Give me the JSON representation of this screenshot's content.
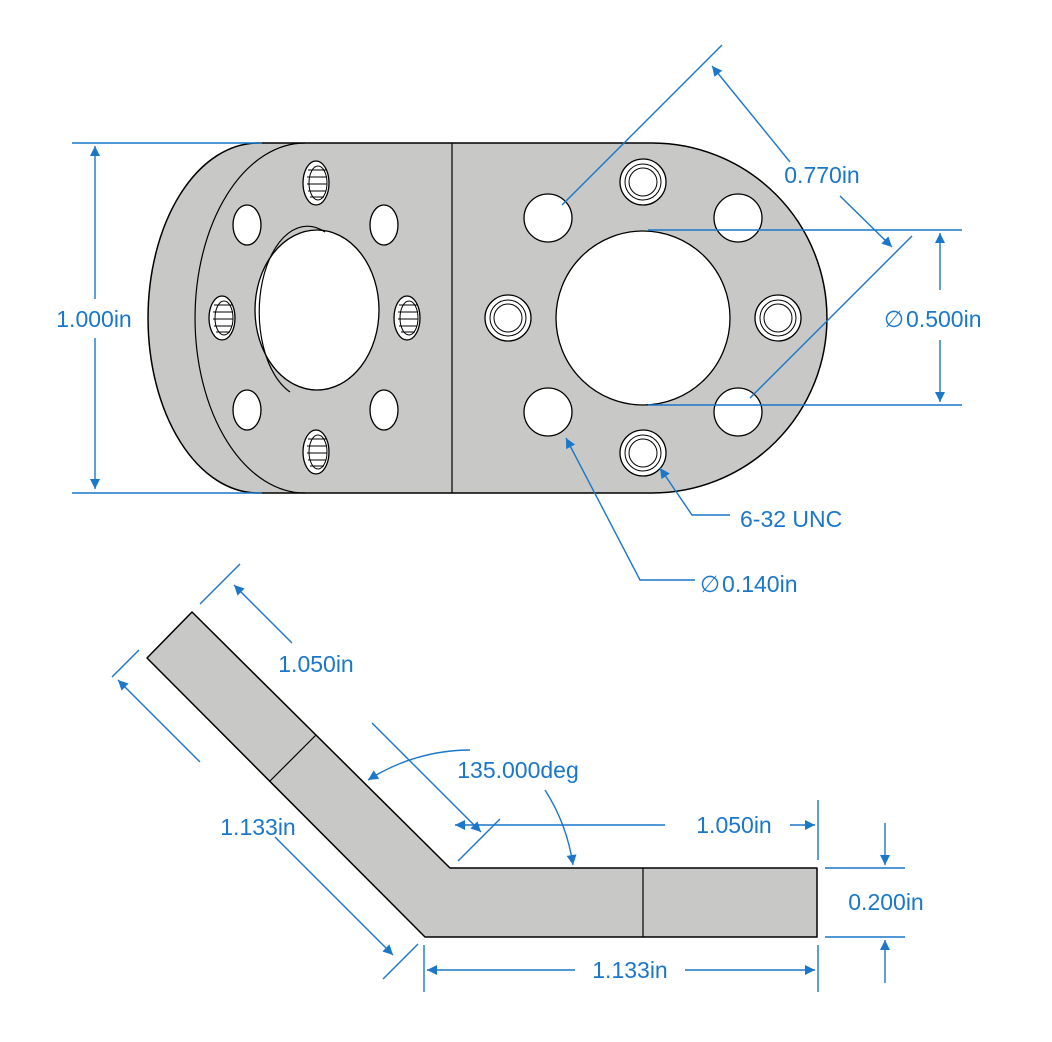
{
  "colors": {
    "dimension": "#1a77c9",
    "part_fill": "#c8c8c6",
    "outline": "#000000"
  },
  "dimensions": {
    "top_height": "1.000in",
    "top_spacing": "0.770in",
    "top_bore": "0.500in",
    "thread": "6-32 UNC",
    "small_hole": "0.140in",
    "side_flange_len": "1.050in",
    "side_flange_outer": "1.133in",
    "side_angle": "135.000deg",
    "side_base_len": "1.050in",
    "side_thickness": "0.200in",
    "side_base_outer": "1.133in"
  },
  "symbols": {
    "diameter": "∅"
  }
}
